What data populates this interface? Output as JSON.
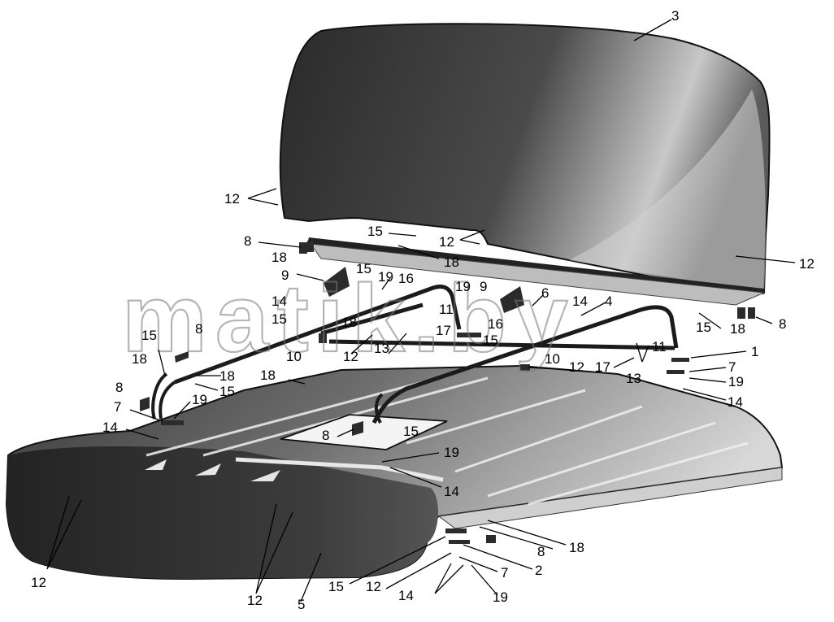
{
  "watermark": "matik.by",
  "labels": {
    "l1": "1",
    "l2": "2",
    "l3": "3",
    "l4": "4",
    "l5": "5",
    "l6": "6",
    "l7": "7",
    "l8": "8",
    "l9": "9",
    "l10": "10",
    "l11": "11",
    "l12": "12",
    "l13": "13",
    "l14": "14",
    "l15": "15",
    "l16": "16",
    "l17": "17",
    "l18": "18",
    "l19": "19"
  }
}
